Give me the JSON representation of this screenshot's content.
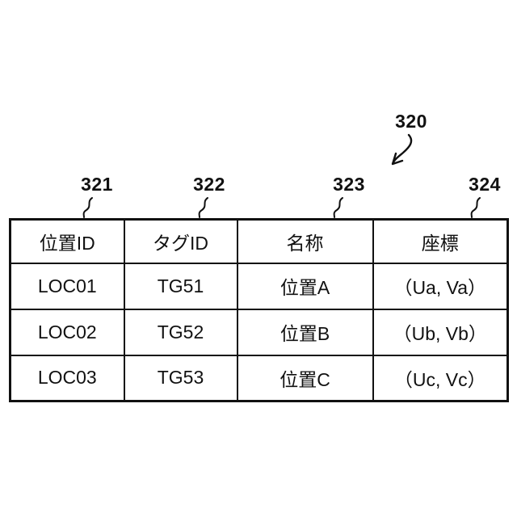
{
  "figure": {
    "table_ref_label": "320",
    "column_ref_labels": [
      "321",
      "322",
      "323",
      "324"
    ],
    "table": {
      "headers": [
        "位置ID",
        "タグID",
        "名称",
        "座標"
      ],
      "rows": [
        [
          "LOC01",
          "TG51",
          "位置A",
          "（Ua, Va）"
        ],
        [
          "LOC02",
          "TG52",
          "位置B",
          "（Ub, Vb）"
        ],
        [
          "LOC03",
          "TG53",
          "位置C",
          "（Uc, Vc）"
        ]
      ]
    },
    "colors": {
      "ink": "#111111",
      "background": "#ffffff"
    }
  }
}
